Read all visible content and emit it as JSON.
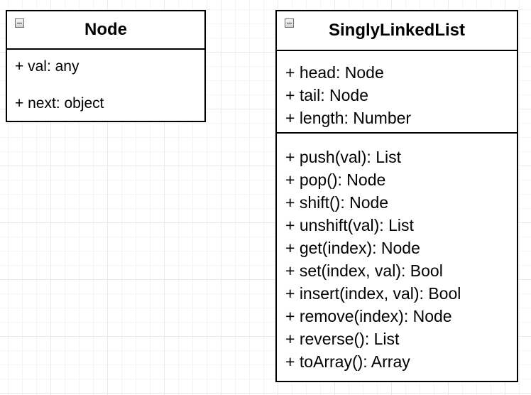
{
  "diagram": {
    "classes": [
      {
        "name": "Node",
        "attributes": [
          "+ val: any",
          "+ next: object"
        ],
        "methods": []
      },
      {
        "name": "SinglyLinkedList",
        "attributes": [
          "+ head: Node",
          "+ tail: Node",
          "+ length: Number"
        ],
        "methods": [
          "+ push(val): List",
          "+ pop(): Node",
          "+ shift(): Node",
          "+ unshift(val): List",
          "+ get(index): Node",
          "+ set(index, val): Bool",
          "+ insert(index, val): Bool",
          "+ remove(index): Node",
          "+ reverse(): List",
          "+ toArray(): Array"
        ]
      }
    ],
    "icons": {
      "collapse": "minus-box-icon"
    }
  }
}
